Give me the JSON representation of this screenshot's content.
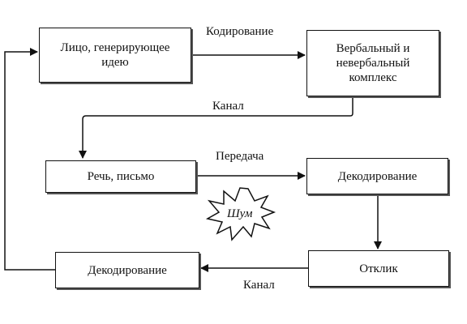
{
  "boxes": {
    "sender": "Лицо, генерирующее\nидею",
    "complex": "Вербальный и\nневербальный\nкомплекс",
    "speech": "Речь, письмо",
    "decoding_top": "Декодирование",
    "response": "Отклик",
    "decoding_bottom": "Декодирование"
  },
  "labels": {
    "encoding": "Кодирование",
    "channel_top": "Канал",
    "transmission": "Передача",
    "channel_bottom": "Канал"
  },
  "noise": "Шум"
}
